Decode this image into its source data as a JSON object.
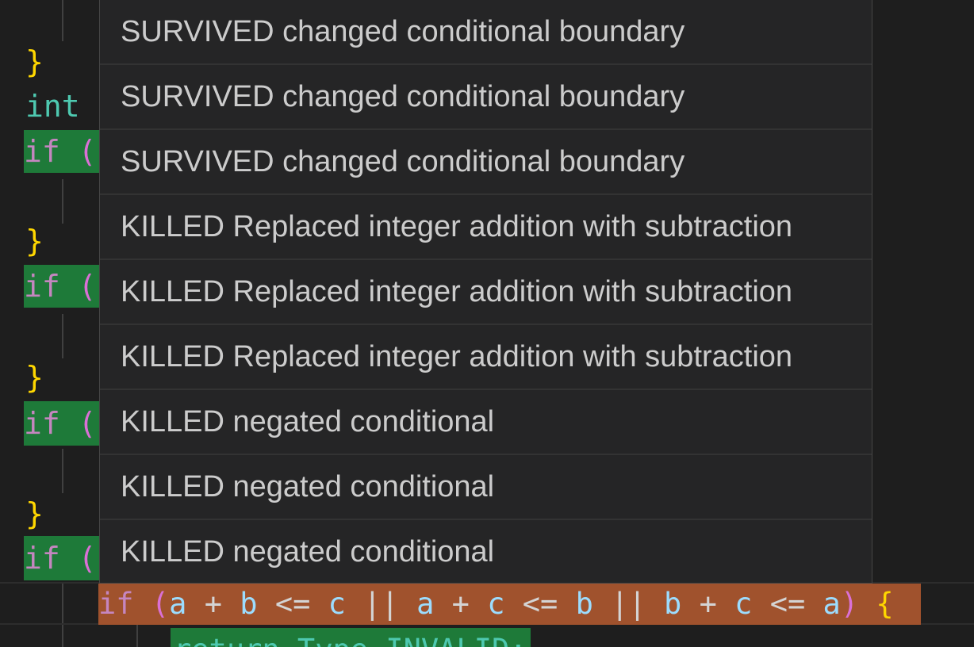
{
  "editor": {
    "lines": [
      {
        "text": "}",
        "kind": "brace"
      },
      {
        "text": "int",
        "kind": "type"
      },
      {
        "text": "if (",
        "kind": "if-green"
      },
      {
        "text": "}",
        "kind": "brace"
      },
      {
        "text": "if (",
        "kind": "if-green"
      },
      {
        "text": "}",
        "kind": "brace"
      },
      {
        "text": "if (",
        "kind": "if-green"
      },
      {
        "text": "}",
        "kind": "brace"
      },
      {
        "text": "if (",
        "kind": "if-green"
      }
    ],
    "current_line": {
      "kw": "if",
      "open": "(",
      "a1": "a",
      "plus1": "+",
      "b1": "b",
      "le1": "<=",
      "c1": "c",
      "or1": "||",
      "a2": "a",
      "plus2": "+",
      "c2": "c",
      "le2": "<=",
      "b2": "b",
      "or2": "||",
      "b3": "b",
      "plus3": "+",
      "c3": "c",
      "le3": "<=",
      "a3": "a",
      "close": ")",
      "brace": "{"
    },
    "next_line": "return Type.INVALID;"
  },
  "hover": {
    "items": [
      "SURVIVED changed conditional boundary",
      "SURVIVED changed conditional boundary",
      "SURVIVED changed conditional boundary",
      "KILLED Replaced integer addition with subtraction",
      "KILLED Replaced integer addition with subtraction",
      "KILLED Replaced integer addition with subtraction",
      "KILLED negated conditional",
      "KILLED negated conditional",
      "KILLED negated conditional"
    ]
  },
  "colors": {
    "survived_highlight": "#1e7a39",
    "killed_highlight": "#a0522d",
    "popup_bg": "#252526"
  }
}
